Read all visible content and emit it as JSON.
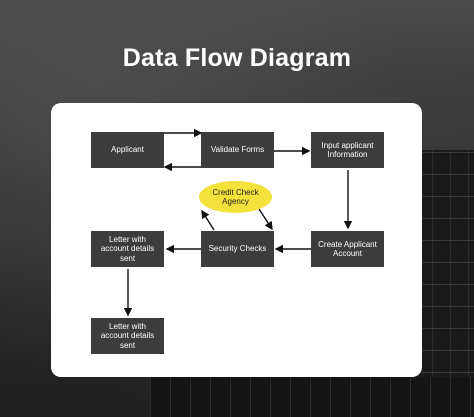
{
  "title": "Data Flow Diagram",
  "nodes": {
    "applicant": "Applicant",
    "validate_forms": "Validate Forms",
    "input_info": "Input applicant Information",
    "credit_check": "Credit Check Agency",
    "create_account": "Create Applicant Account",
    "security_checks": "Security Checks",
    "letter_1": "Letter with account details sent",
    "letter_2": "Letter with account details sent"
  }
}
